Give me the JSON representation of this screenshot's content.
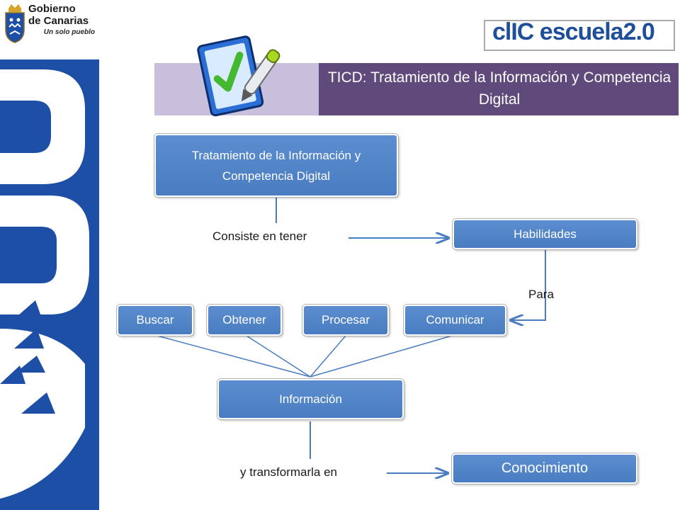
{
  "header": {
    "logo_left": {
      "line1": "Gobierno",
      "line2": "de Canarias",
      "tagline": "Un solo pueblo"
    },
    "logo_right": {
      "text": "clIC escuela2.0"
    },
    "title": "TICD: Tratamiento de la Información y Competencia Digital",
    "colors": {
      "band_light": "#c8bfdc",
      "band_dark": "#5f4a7b",
      "logo_blue": "#1e4fa6",
      "node_blue": "#4f81bd"
    }
  },
  "diagram": {
    "main": "Tratamiento de la Información y Competencia Digital",
    "consiste": "Consiste en tener",
    "habilidades": "Habilidades",
    "para": "Para",
    "actions": [
      "Buscar",
      "Obtener",
      "Procesar",
      "Comunicar"
    ],
    "informacion": "Información",
    "transformarla": "y transformarla en",
    "conocimiento": "Conocimiento"
  }
}
